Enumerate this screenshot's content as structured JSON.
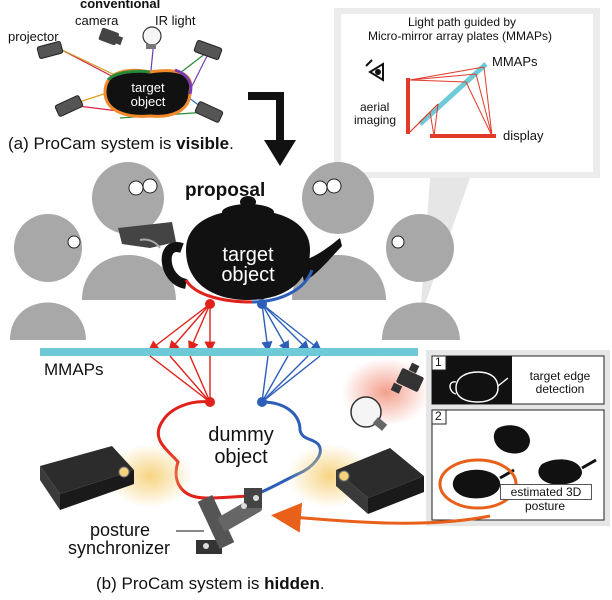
{
  "conventional": {
    "title": "conventional",
    "camera": "camera",
    "ir_light": "IR light",
    "projector": "projector",
    "target_line1": "target",
    "target_line2": "object",
    "caption_prefix": "(a) ProCam system is ",
    "caption_bold": "visible",
    "caption_suffix": "."
  },
  "inset": {
    "title_line1": "Light path guided by",
    "title_line2": "Micro-mirror array plates (MMAPs)",
    "mmaps": "MMAPs",
    "aerial_line1": "aerial",
    "aerial_line2": "imaging",
    "display": "display"
  },
  "main": {
    "proposal": "proposal",
    "target_line1": "target",
    "target_line2": "object",
    "mmaps": "MMAPs",
    "dummy_line1": "dummy",
    "dummy_line2": "object",
    "posture_line1": "posture",
    "posture_line2": "synchronizer",
    "caption_prefix": "(b) ProCam system is ",
    "caption_bold": "hidden",
    "caption_suffix": "."
  },
  "detection": {
    "step1": "1",
    "step1_line1": "target edge",
    "step1_line2": "detection",
    "step2": "2",
    "step2_line1": "estimated 3D",
    "step2_line2": "posture"
  },
  "colors": {
    "red": "#e0221a",
    "blue": "#2d5fb8",
    "mmap": "#6fcad8",
    "gray": "#a8a8a8",
    "orange": "#e8601a"
  }
}
